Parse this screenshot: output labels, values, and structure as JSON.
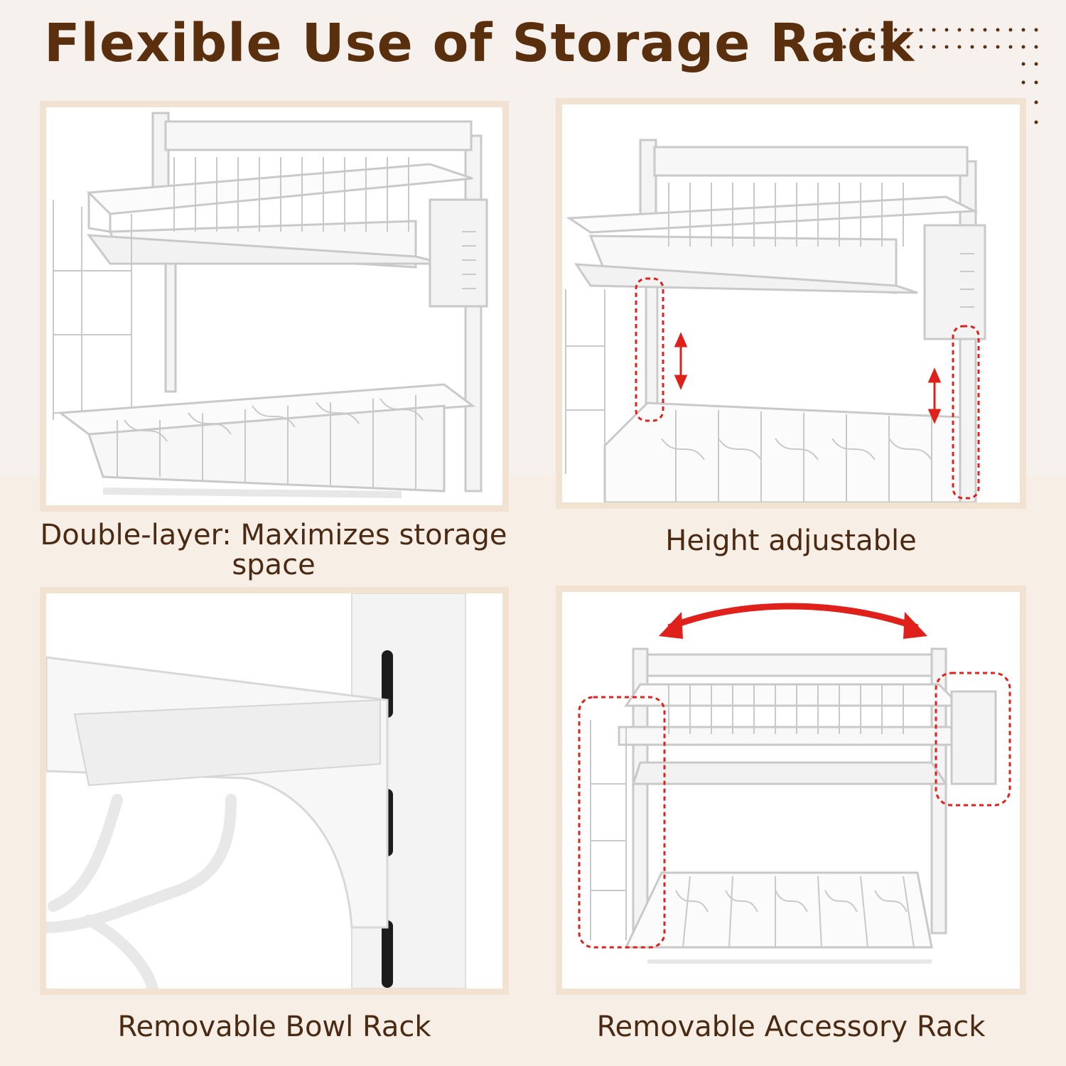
{
  "title": "Flexible Use of Storage Rack",
  "panels": [
    {
      "caption": "Double-layer: Maximizes storage space",
      "image": "two-tier-dish-rack"
    },
    {
      "caption": "Height adjustable",
      "image": "height-adjustable-rack-with-arrows"
    },
    {
      "caption": "Removable Bowl Rack",
      "image": "bracket-closeup"
    },
    {
      "caption": "Removable Accessory Rack",
      "image": "rack-with-side-accessories"
    }
  ],
  "colors": {
    "title": "#5a2f0e",
    "caption": "#4a2a12",
    "frame": "#f1e2d2",
    "accent": "#e0211b",
    "background": "#f6f1ec"
  }
}
